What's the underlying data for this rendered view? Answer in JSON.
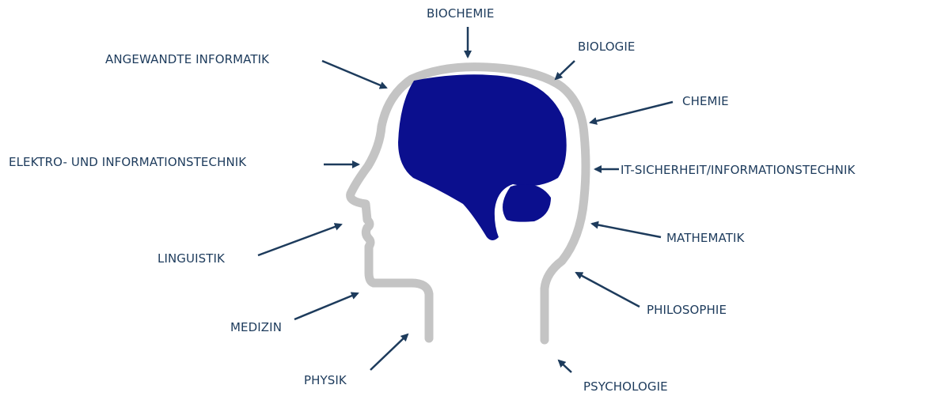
{
  "diagram": {
    "labels": {
      "biochemie": "BIOCHEMIE",
      "biologie": "BIOLOGIE",
      "angewandte_informatik": "ANGEWANDTE INFORMATIK",
      "chemie": "CHEMIE",
      "elektro": "ELEKTRO- UND INFORMATIONSTECHNIK",
      "it_sicherheit": "IT-SICHERHEIT/INFORMATIONSTECHNIK",
      "linguistik": "LINGUISTIK",
      "mathematik": "MATHEMATIK",
      "medizin": "MEDIZIN",
      "philosophie": "PHILOSOPHIE",
      "physik": "PHYSIK",
      "psychologie": "PSYCHOLOGIE"
    },
    "colors": {
      "brain": "#0b0f8e",
      "head_outline": "#c4c4c4",
      "arrow": "#1d3b5c",
      "text": "#1d3b5c"
    }
  }
}
